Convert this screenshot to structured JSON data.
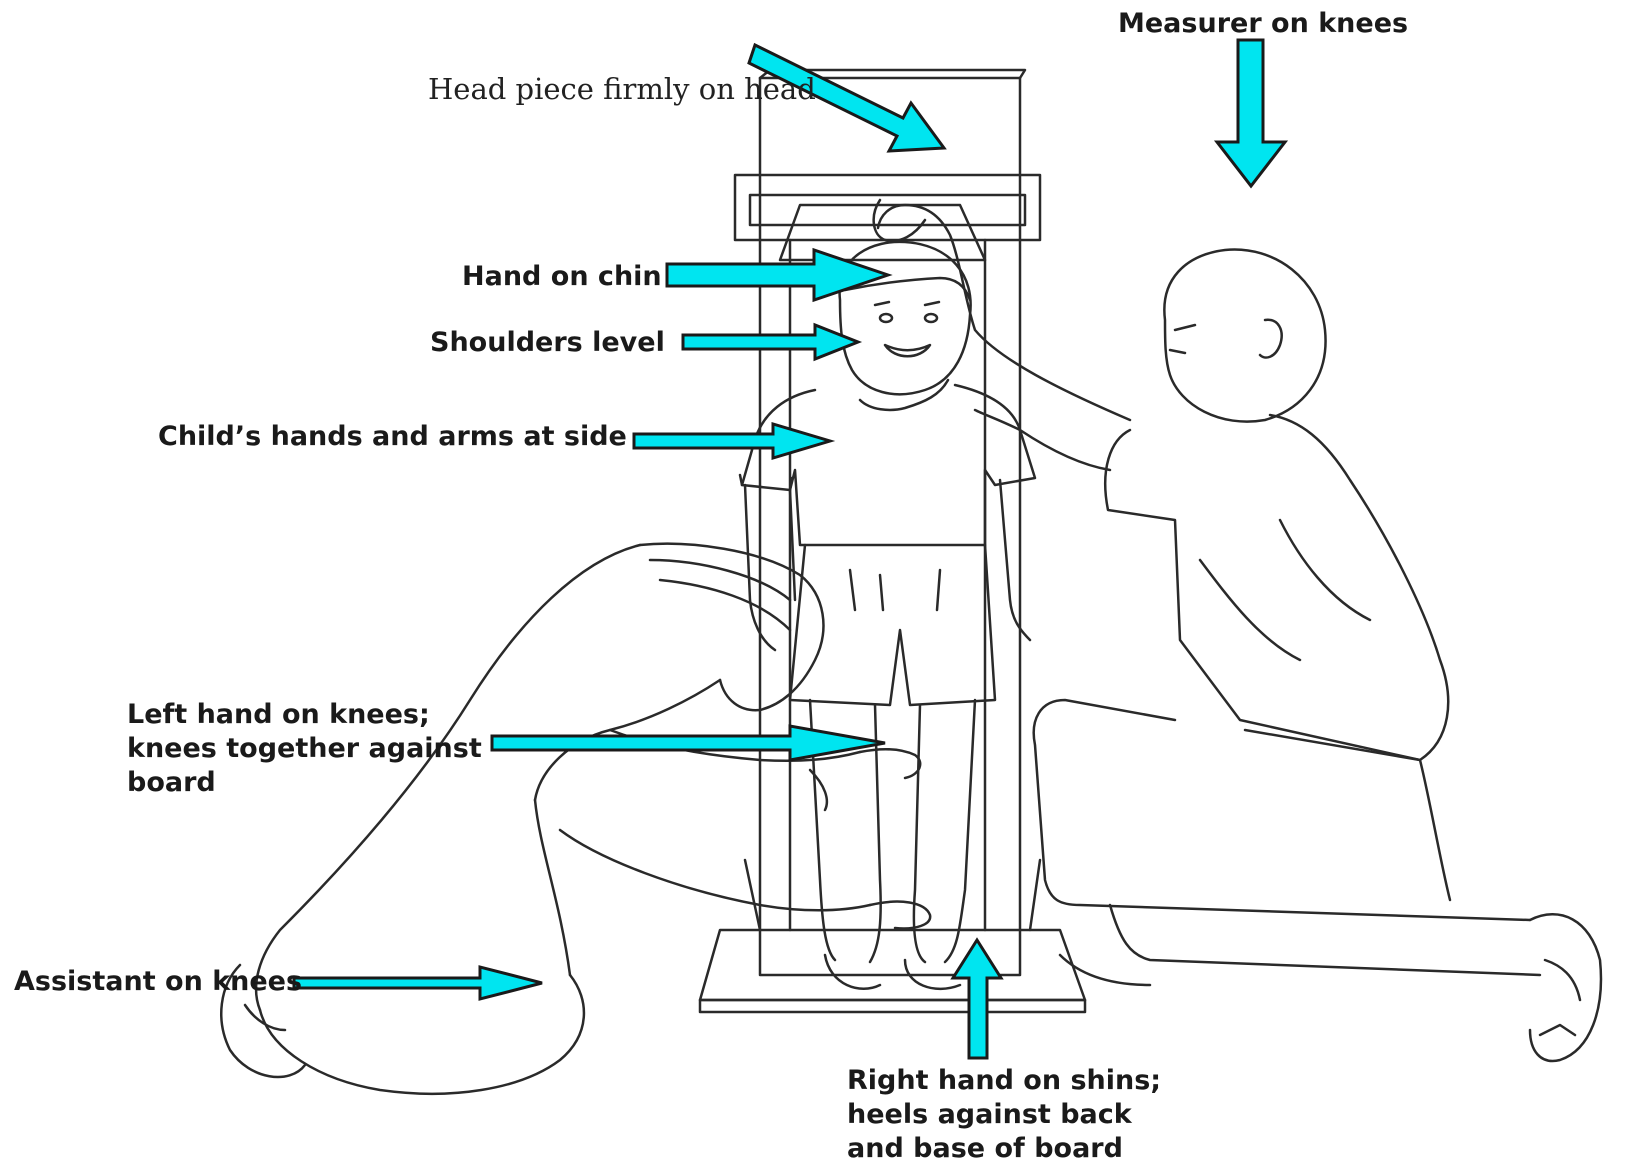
{
  "colors": {
    "arrow": "#00e5f0",
    "line_art": "#2a2a2a",
    "background": "#ffffff"
  },
  "labels": {
    "measurer": "Measurer on knees",
    "head_piece": "Head piece firmly on head",
    "hand_on_chin": "Hand on chin",
    "shoulders": "Shoulders level",
    "child_hands": "Child’s hands and arms at side",
    "left_hand": [
      "Left hand on knees;",
      "knees together against",
      "board"
    ],
    "assistant": "Assistant on knees",
    "right_hand": [
      "Right hand on shins;",
      "heels against back",
      "and base of board"
    ]
  }
}
